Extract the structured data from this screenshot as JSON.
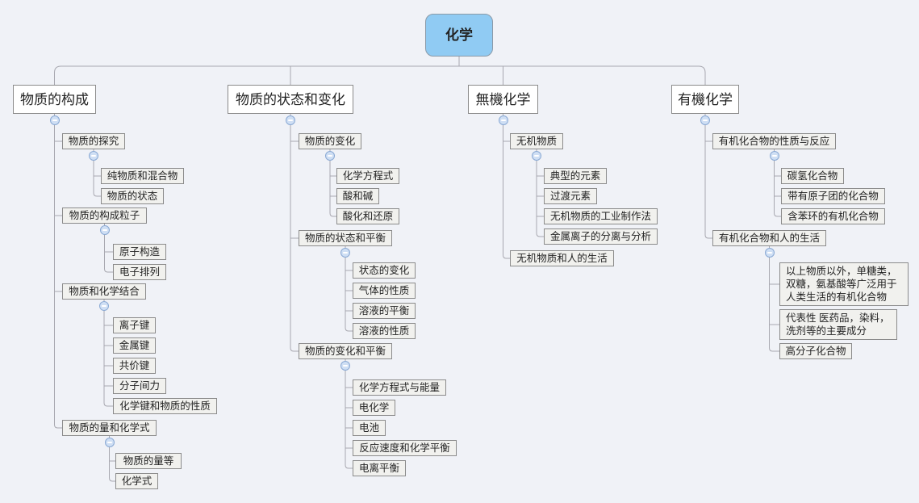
{
  "map": {
    "root": {
      "label": "化学"
    },
    "collapse_glyph": "−",
    "colors": {
      "background": "#f0f2f7",
      "line": "#a8a8b0",
      "node_border": "#8b8b8b",
      "level1_fill": "#ffffff",
      "leaf_fill": "#f1f1ee",
      "root_fill": "#90cbf3",
      "root_border": "#8a9aa8",
      "collapse_fill": "#cfdff4",
      "collapse_border": "#8aa9d4",
      "text": "#232323"
    },
    "branches": [
      {
        "label": "物质的构成",
        "children": [
          {
            "label": "物质的探究",
            "children": [
              {
                "label": "纯物质和混合物"
              },
              {
                "label": "物质的状态"
              }
            ]
          },
          {
            "label": "物质的构成粒子",
            "children": [
              {
                "label": "原子构造"
              },
              {
                "label": "电子排列"
              }
            ]
          },
          {
            "label": "物质和化学结合",
            "children": [
              {
                "label": "离子键"
              },
              {
                "label": "金属键"
              },
              {
                "label": "共价键"
              },
              {
                "label": "分子间力"
              },
              {
                "label": "化学键和物质的性质"
              }
            ]
          },
          {
            "label": "物质的量和化学式",
            "children": [
              {
                "label": "物质的量等"
              },
              {
                "label": "化学式"
              }
            ]
          }
        ]
      },
      {
        "label": "物质的状态和变化",
        "children": [
          {
            "label": "物质的变化",
            "children": [
              {
                "label": "化学方程式"
              },
              {
                "label": "酸和碱"
              },
              {
                "label": "酸化和还原"
              }
            ]
          },
          {
            "label": "物质的状态和平衡",
            "children": [
              {
                "label": "状态的变化"
              },
              {
                "label": "气体的性质"
              },
              {
                "label": "溶液的平衡"
              },
              {
                "label": "溶液的性质"
              }
            ]
          },
          {
            "label": "物质的变化和平衡",
            "children": [
              {
                "label": "化学方程式与能量"
              },
              {
                "label": "电化学"
              },
              {
                "label": "电池"
              },
              {
                "label": "反应速度和化学平衡"
              },
              {
                "label": "电离平衡"
              }
            ]
          }
        ]
      },
      {
        "label": "無機化学",
        "children": [
          {
            "label": "无机物质",
            "children": [
              {
                "label": "典型的元素"
              },
              {
                "label": "过渡元素"
              },
              {
                "label": "无机物质的工业制作法"
              },
              {
                "label": "金属离子的分离与分析"
              }
            ]
          },
          {
            "label": "无机物质和人的生活",
            "children": []
          }
        ]
      },
      {
        "label": "有機化学",
        "children": [
          {
            "label": "有机化合物的性质与反应",
            "children": [
              {
                "label": "碳氢化合物"
              },
              {
                "label": "带有原子团的化合物"
              },
              {
                "label": "含苯环的有机化合物"
              }
            ]
          },
          {
            "label": "有机化合物和人的生活",
            "children": [
              {
                "label": "以上物质以外，单糖类，双糖，氨基酸等广泛用于人类生活的有机化合物"
              },
              {
                "label": "代表性 医药品，染料，洗剂等的主要成分"
              },
              {
                "label": "高分子化合物"
              }
            ]
          }
        ]
      }
    ]
  }
}
